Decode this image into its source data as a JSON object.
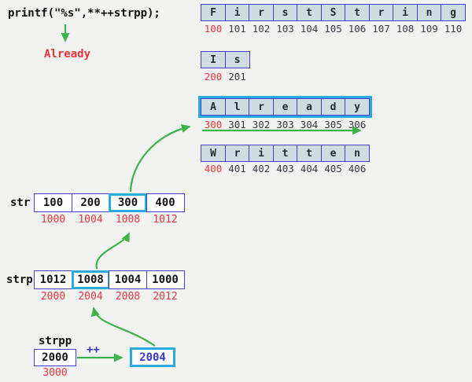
{
  "code_line": "printf(\"%s\",**++strpp);",
  "result_label": "Already",
  "char_rows": [
    {
      "name": "first-string",
      "chars": [
        "F",
        "i",
        "r",
        "s",
        "t",
        "S",
        "t",
        "r",
        "i",
        "n",
        "g"
      ],
      "addresses": [
        "100",
        "101",
        "102",
        "103",
        "104",
        "105",
        "106",
        "107",
        "108",
        "109",
        "110"
      ],
      "highlighted": false
    },
    {
      "name": "is",
      "chars": [
        "I",
        "s"
      ],
      "addresses": [
        "200",
        "201"
      ],
      "highlighted": false
    },
    {
      "name": "already",
      "chars": [
        "A",
        "l",
        "r",
        "e",
        "a",
        "d",
        "y"
      ],
      "addresses": [
        "300",
        "301",
        "302",
        "303",
        "304",
        "305",
        "306"
      ],
      "highlighted": true
    },
    {
      "name": "written",
      "chars": [
        "W",
        "r",
        "i",
        "t",
        "t",
        "e",
        "n"
      ],
      "addresses": [
        "400",
        "401",
        "402",
        "403",
        "404",
        "405",
        "406"
      ],
      "highlighted": false
    }
  ],
  "pointer_arrays": [
    {
      "label": "str",
      "cells": [
        "100",
        "200",
        "300",
        "400"
      ],
      "addresses": [
        "1000",
        "1004",
        "1008",
        "1012"
      ],
      "highlighted_cell": "300"
    },
    {
      "label": "strp",
      "cells": [
        "1012",
        "1008",
        "1004",
        "1000"
      ],
      "addresses": [
        "2000",
        "2004",
        "2008",
        "2012"
      ],
      "highlighted_cell": "1008"
    }
  ],
  "strpp": {
    "label": "strpp",
    "value": "2000",
    "address": "3000",
    "operation": "++",
    "result_box": "2004"
  },
  "icons": [
    "down-arrow-icon",
    "curved-arrow-icon",
    "right-arrow-icon"
  ],
  "colors": {
    "green": "#3cb44b",
    "red": "#e8353f",
    "indigo": "#4540c8",
    "cyan": "#29abe2",
    "cellfill": "#cfdce1",
    "bg": "#f2f2f0"
  }
}
